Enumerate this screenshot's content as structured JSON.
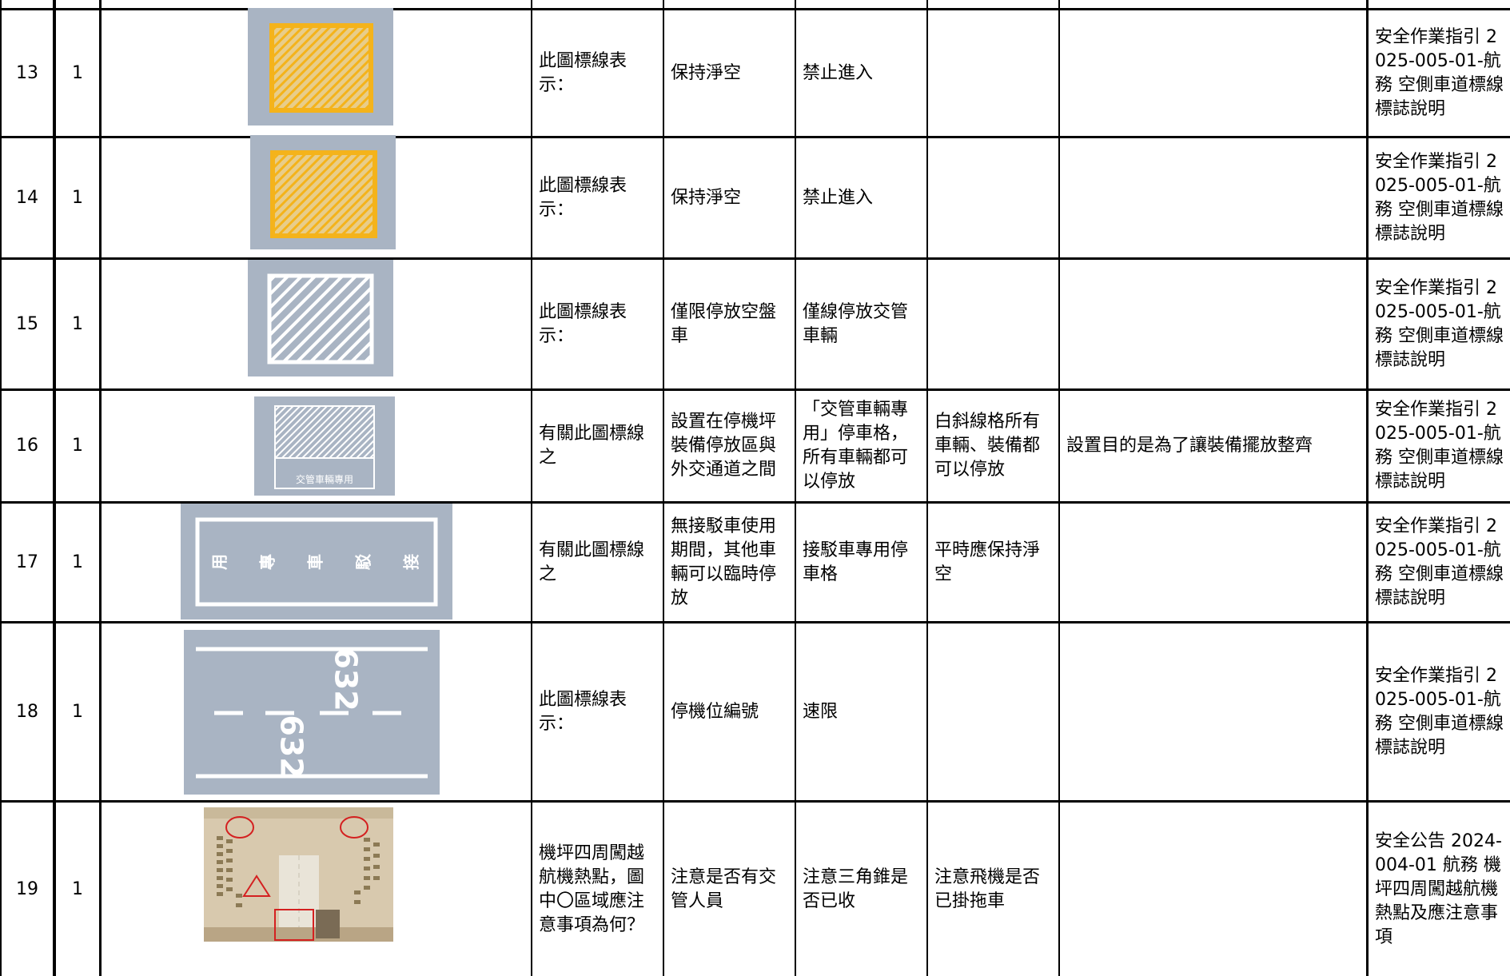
{
  "rows": [
    {
      "no": "13",
      "qty": "1",
      "question": "此圖標線表示：",
      "opt_a": "保持淨空",
      "opt_b": "禁止進入",
      "opt_c": "",
      "note": "",
      "source": "安全作業指引 2025-005-01-航務 空側車道標線標誌說明",
      "image": "yellow-hatched-box"
    },
    {
      "no": "14",
      "qty": "1",
      "question": "此圖標線表示：",
      "opt_a": "保持淨空",
      "opt_b": "禁止進入",
      "opt_c": "",
      "note": "",
      "source": "安全作業指引 2025-005-01-航務 空側車道標線標誌說明",
      "image": "yellow-hatched-box"
    },
    {
      "no": "15",
      "qty": "1",
      "question": "此圖標線表示：",
      "opt_a": "僅限停放空盤車",
      "opt_b": "僅線停放交管車輛",
      "opt_c": "",
      "note": "",
      "source": "安全作業指引 2025-005-01-航務 空側車道標線標誌說明",
      "image": "white-hatched-box"
    },
    {
      "no": "16",
      "qty": "1",
      "question": "有關此圖標線之",
      "opt_a": "設置在停機坪裝備停放區與外交通道之間",
      "opt_b": "「交管車輛專用」停車格，所有車輛都可以停放",
      "opt_c": "白斜線格所有車輛、裝備都可以停放",
      "note": "設置目的是為了讓裝備擺放整齊",
      "source": "安全作業指引 2025-005-01-航務 空側車道標線標誌說明",
      "image": "traffic-control-parking",
      "image_label": "交管車輛專用"
    },
    {
      "no": "17",
      "qty": "1",
      "question": "有關此圖標線之",
      "opt_a": "無接駁車使用期間，其他車輛可以臨時停放",
      "opt_b": "接駁車專用停車格",
      "opt_c": "平時應保持淨空",
      "note": "",
      "source": "安全作業指引 2025-005-01-航務 空側車道標線標誌說明",
      "image": "shuttle-parking",
      "image_chars": [
        "用",
        "專",
        "車",
        "駁",
        "接"
      ]
    },
    {
      "no": "18",
      "qty": "1",
      "question": "此圖標線表示：",
      "opt_a": "停機位編號",
      "opt_b": "速限",
      "opt_c": "",
      "note": "",
      "source": "安全作業指引 2025-005-01-航務 空側車道標線標誌說明",
      "image": "stand-number",
      "image_number": "632"
    },
    {
      "no": "19",
      "qty": "1",
      "question": "機坪四周闖越航機熱點，圖中〇區域應注意事項為何？",
      "opt_a": "注意是否有交管人員",
      "opt_b": "注意三角錐是否已收",
      "opt_c": "注意飛機是否已掛拖車",
      "note": "",
      "source": "安全公告 2024-004-01 航務 機坪四周闖越航機熱點及應注意事項",
      "image": "apron-aerial-photo"
    }
  ],
  "colors": {
    "asphalt": "#a9b4c3",
    "marking_yellow": "#f4b31b",
    "marking_white": "#ffffff",
    "annotation_red": "#d42020"
  }
}
